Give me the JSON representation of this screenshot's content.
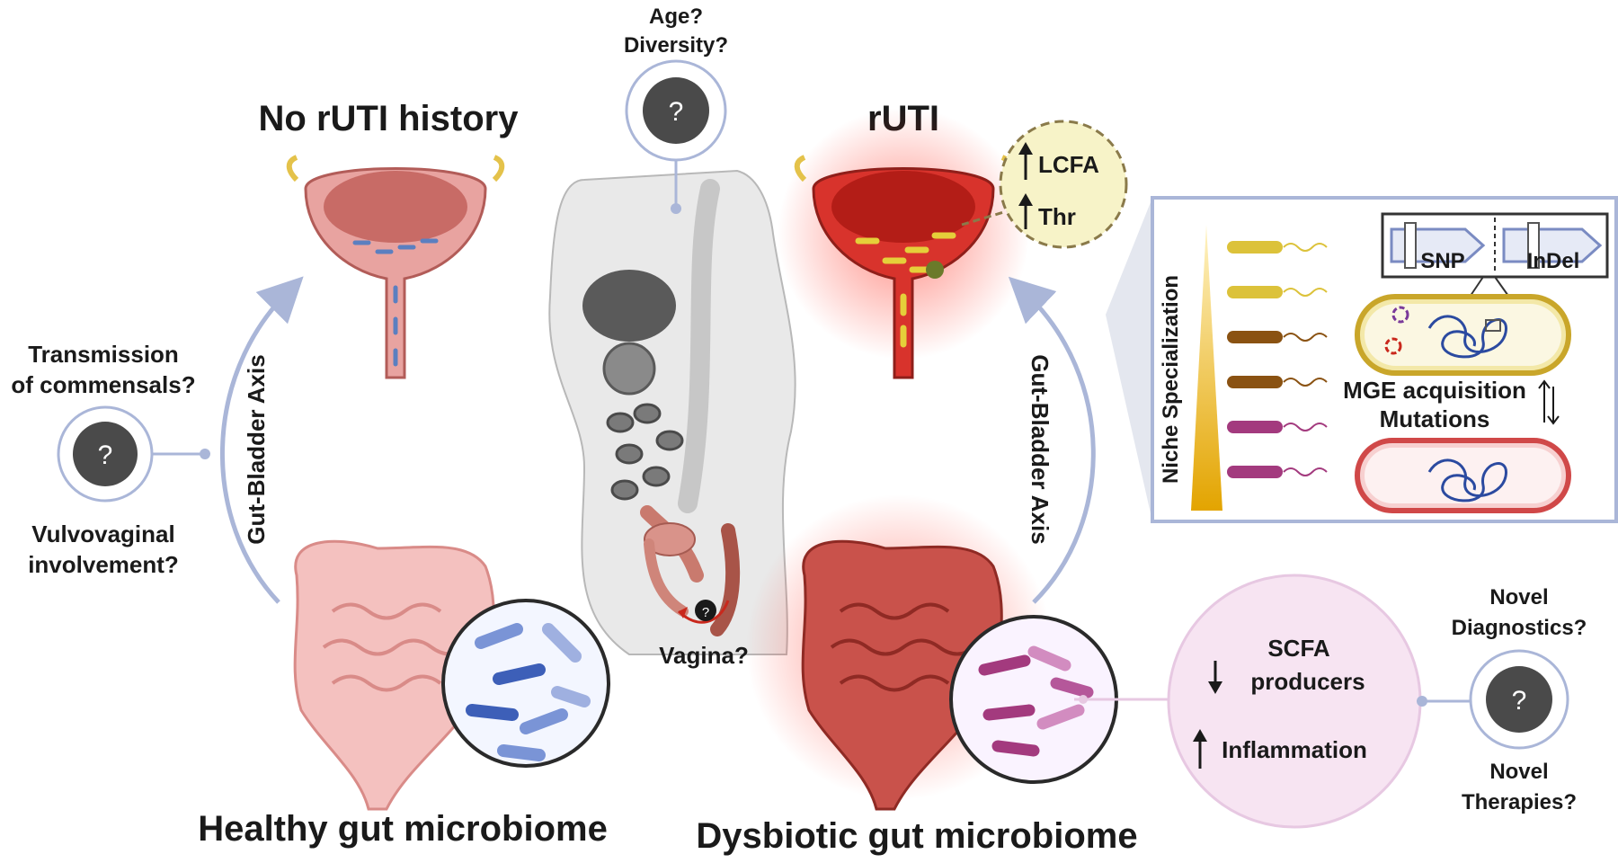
{
  "left_panel": {
    "title": "No rUTI history",
    "bottom_title": "Healthy gut microbiome",
    "axis_label": "Gut-Bladder Axis"
  },
  "right_panel": {
    "title": "rUTI",
    "bottom_title": "Dysbiotic gut microbiome",
    "axis_label": "Gut-Bladder Axis"
  },
  "left_questions": {
    "top": [
      "Transmission",
      "of commensals?"
    ],
    "bottom": [
      "Vulvovaginal",
      "involvement?"
    ],
    "mark": "?"
  },
  "center_questions": {
    "top": [
      "Age?",
      "Diversity?"
    ],
    "mark": "?",
    "vagina_label": "Vagina?",
    "vagina_mark": "?"
  },
  "metabolites": {
    "lcfa": "LCFA",
    "thr": "Thr"
  },
  "niche_box": {
    "gradient_label": "Niche Specialization",
    "snp": "SNP",
    "indel": "InDel",
    "mge_lines": [
      "MGE acquisition",
      "Mutations"
    ],
    "bacteria_colors": [
      "#dcc23a",
      "#dcc23a",
      "#8a5212",
      "#8a5212",
      "#a33a7e",
      "#a33a7e"
    ]
  },
  "scfa_circle": {
    "line1": "SCFA",
    "line2": "producers",
    "line3": "Inflammation"
  },
  "right_questions": {
    "top": [
      "Novel",
      "Diagnostics?"
    ],
    "bottom": [
      "Novel",
      "Therapies?"
    ],
    "mark": "?"
  },
  "colors": {
    "arrow": "#aab6d8",
    "inflamed": "#d8332c",
    "healthy_pink": "#e8a3a0",
    "question_dark": "#4a4a4a"
  }
}
